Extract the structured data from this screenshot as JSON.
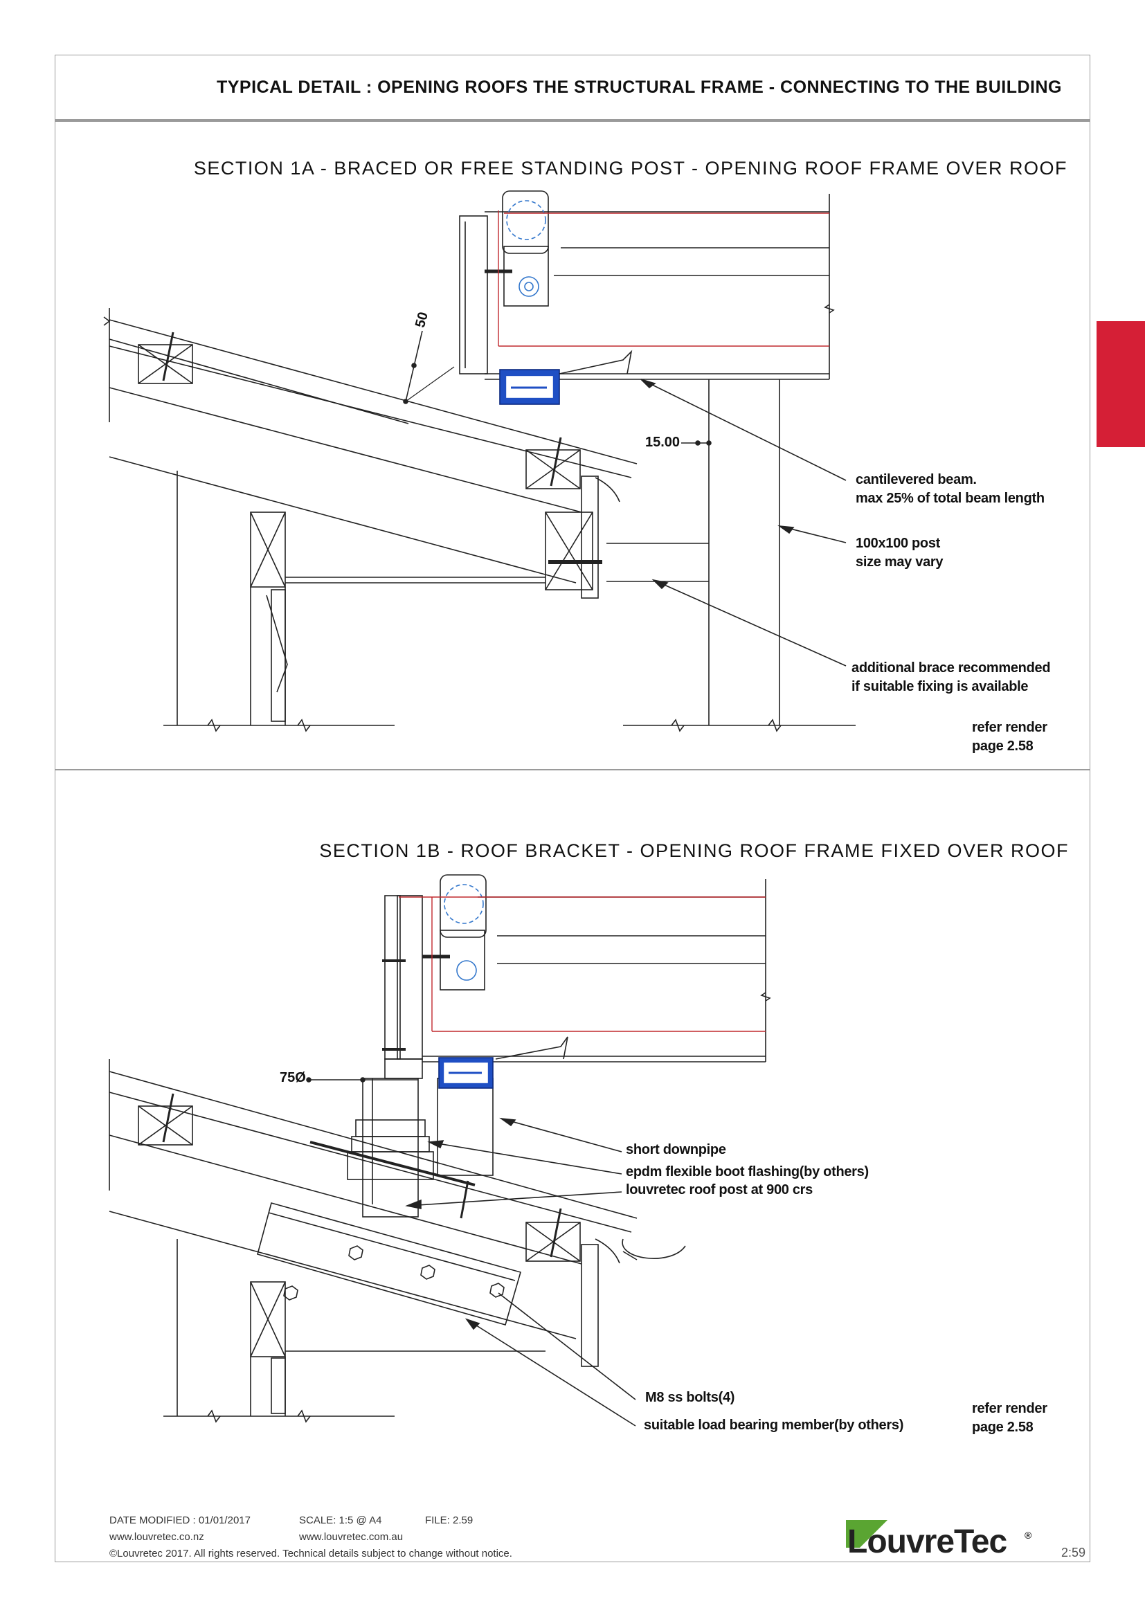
{
  "header": {
    "title": "TYPICAL DETAIL : OPENING ROOFS THE STRUCTURAL FRAME - CONNECTING TO THE BUILDING"
  },
  "section_1a": {
    "title": "SECTION 1A - BRACED OR FREE STANDING POST - OPENING ROOF FRAME OVER ROOF",
    "dim_slope": "50",
    "dim_offset": "15.00",
    "note_beam_line1": "cantilevered beam.",
    "note_beam_line2": "max 25% of total beam length",
    "note_post_line1": "100x100 post",
    "note_post_line2": "size may vary",
    "note_brace_line1": "additional brace recommended",
    "note_brace_line2": "if suitable fixing is available",
    "refer_line1": "refer render",
    "refer_line2": "page 2.58"
  },
  "section_1b": {
    "title": "SECTION 1B - ROOF BRACKET - OPENING ROOF FRAME FIXED OVER ROOF",
    "dim_diameter": "75Ø",
    "note_downpipe": "short downpipe",
    "note_flashing": "epdm flexible boot flashing(by others)",
    "note_post": "louvretec roof post at 900 crs",
    "note_bolts": "M8 ss bolts(4)",
    "note_member": "suitable load bearing member(by others)",
    "refer_line1": "refer render",
    "refer_line2": "page 2.58"
  },
  "footer": {
    "date_modified": "DATE MODIFIED : 01/01/2017",
    "scale": "SCALE: 1:5 @ A4",
    "file": "FILE: 2.59",
    "url_nz": "www.louvretec.co.nz",
    "url_au": "www.louvretec.com.au",
    "copyright": "©Louvretec 2017. All rights reserved. Technical details subject to change without notice.",
    "page": "2:59"
  },
  "logo": {
    "text": "LouvreTec",
    "mark": "®"
  },
  "colors": {
    "tab_red": "#d51f36",
    "accent_blue": "#1f4fc4",
    "frame_red": "#c0282d",
    "logo_green": "#5aa532"
  }
}
